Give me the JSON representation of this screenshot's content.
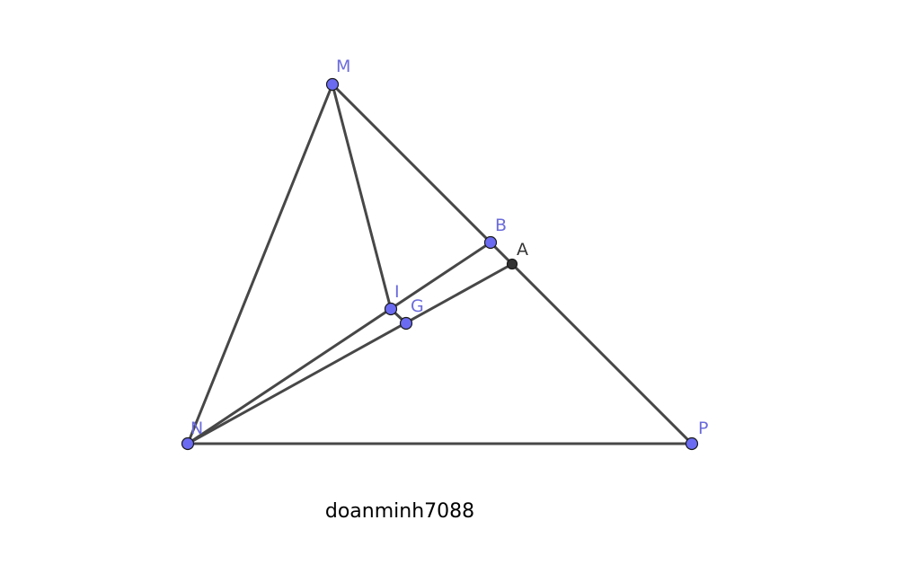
{
  "figure": {
    "colors": {
      "line": "#474747",
      "free_point": "#6b6bf2",
      "dependent_point": "#333333",
      "free_label": "#6b6bdc",
      "dependent_label": "#333333"
    },
    "points": [
      {
        "id": "M",
        "label": "M",
        "kind": "free"
      },
      {
        "id": "N",
        "label": "N",
        "kind": "free"
      },
      {
        "id": "P",
        "label": "P",
        "kind": "free"
      },
      {
        "id": "B",
        "label": "B",
        "kind": "free"
      },
      {
        "id": "A",
        "label": "A",
        "kind": "dependent"
      },
      {
        "id": "I",
        "label": "I",
        "kind": "free"
      },
      {
        "id": "G",
        "label": "G",
        "kind": "free"
      }
    ],
    "segments": [
      [
        "M",
        "N"
      ],
      [
        "N",
        "P"
      ],
      [
        "M",
        "P"
      ],
      [
        "M",
        "I"
      ],
      [
        "N",
        "B"
      ],
      [
        "N",
        "A"
      ],
      [
        "I",
        "G"
      ]
    ]
  },
  "watermark": {
    "text": "doanminh7088"
  }
}
